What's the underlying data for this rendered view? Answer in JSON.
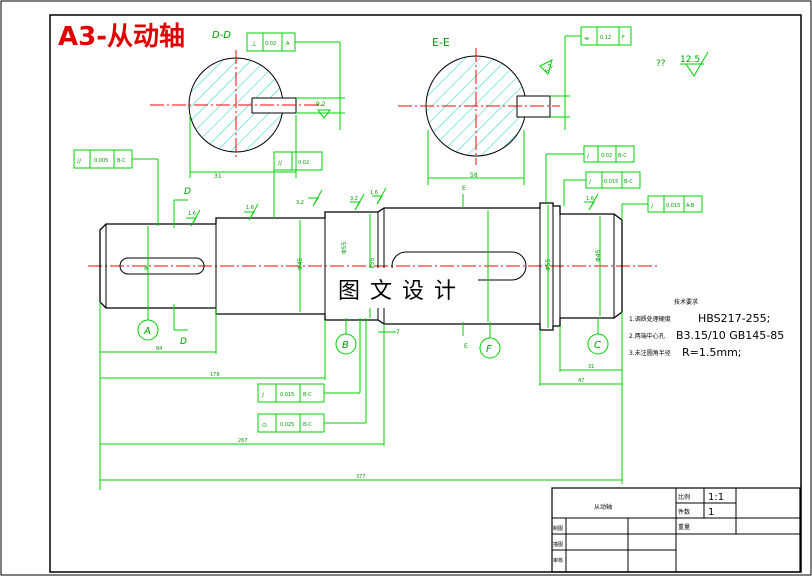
{
  "title": "A3-从动轴",
  "watermark": "图文设计",
  "section_labels": {
    "dd": "D-D",
    "ee": "E-E"
  },
  "roughness_corner": {
    "q": "??",
    "value": "12.5"
  },
  "view_letters": {
    "d_top": "D",
    "d_bottom": "D",
    "e_top": "E",
    "e_bottom": "E",
    "a": "A",
    "b": "B",
    "c": "C",
    "f": "F"
  },
  "roughness_marks": [
    "1.6",
    "1.6",
    "3.2",
    "3.2",
    "1.6",
    "1.6"
  ],
  "dims": {
    "dd_width": "31",
    "dd_depth": "9.2",
    "ee_width": "58",
    "ee_depth": "5.2",
    "seg1_len": "84",
    "seg_total_a": "178",
    "seg_total_b": "267",
    "total_len": "377",
    "right_len": "47",
    "right_seg": "31",
    "shaft_dia_1": "Φ45",
    "shaft_dia_2": "Φ55",
    "gap_small": "7",
    "key_dim": "8"
  },
  "fcf": {
    "f1": [
      "⊥",
      "0.02",
      "A"
    ],
    "f2": [
      "⌯",
      "0.12",
      "F"
    ],
    "f3": [
      "∕∕",
      "0.005",
      "B-C"
    ],
    "f4": [
      "∕∕",
      "0.02",
      ""
    ],
    "f5": [
      "∕",
      "0.02",
      "B-C"
    ],
    "f6": [
      "∕",
      "0.015",
      "B-C"
    ],
    "f7": [
      "∕",
      "0.015",
      "A-B"
    ],
    "f8": [
      "∕",
      "0.015",
      "B-C"
    ],
    "f9": [
      "⊙",
      "0.025",
      "B-C"
    ]
  },
  "notes": {
    "heading": "技术要求",
    "l1_prefix": "1.调质处理硬度",
    "l1_value": "HBS217-255;",
    "l2_prefix": "2.两端中心孔",
    "l2_value": "B3.15/10 GB145-85",
    "l3_prefix": "3.未注圆角半径",
    "l3_value": "R=1.5mm;"
  },
  "title_block": {
    "part_name": "从动轴",
    "scale_label": "比例",
    "scale_value": "1:1",
    "qty_label": "件数",
    "qty_value": "1",
    "weight_label": "重量",
    "draw_label": "制图",
    "design_label": "描图",
    "check_label": "审核"
  }
}
